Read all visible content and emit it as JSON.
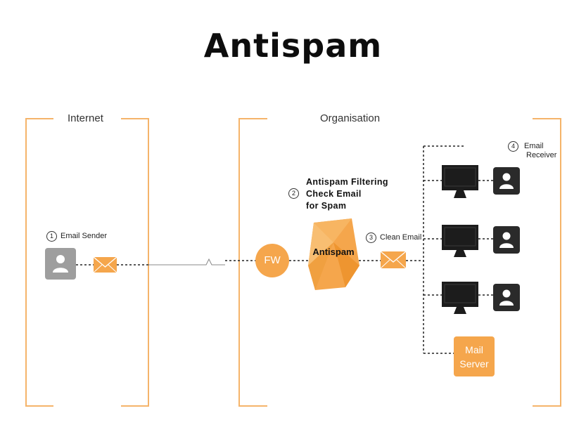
{
  "title": "Antispam",
  "zones": {
    "internet": "Internet",
    "organisation": "Organisation"
  },
  "steps": {
    "sender": {
      "number": "1",
      "label": "Email Sender"
    },
    "filtering": {
      "number": "2",
      "line1": "Antispam Filtering",
      "line2": "Check Email",
      "line3": "for Spam"
    },
    "clean": {
      "number": "3",
      "label": "Clean Email"
    },
    "receiver": {
      "number": "4",
      "line1": "Email",
      "line2": "Receiver"
    }
  },
  "nodes": {
    "firewall": "FW",
    "antispam": "Antispam",
    "mail_server": {
      "line1": "Mail",
      "line2": "Server"
    }
  },
  "colors": {
    "accent": "#F5A64C",
    "accent_dark": "#E88C1E",
    "bracket": "#F5B46A",
    "sender_avatar": "#9E9E9E",
    "receiver_avatar": "#2A2A2A",
    "monitor": "#1C1C1C"
  },
  "icons": [
    "user-icon",
    "envelope-icon",
    "monitor-icon",
    "shield-icon"
  ]
}
